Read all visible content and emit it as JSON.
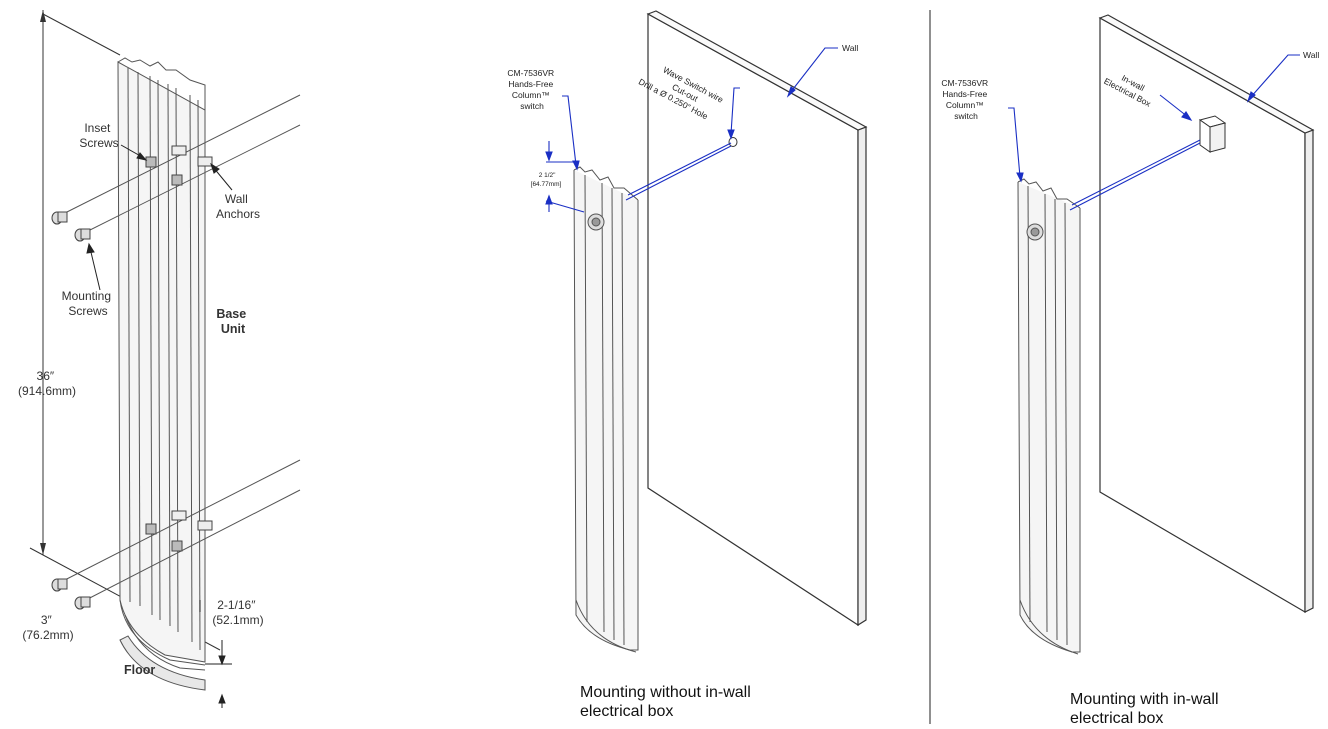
{
  "left_panel": {
    "inset_screws": [
      "Inset",
      "Screws"
    ],
    "wall_anchors": [
      "Wall",
      "Anchors"
    ],
    "mounting_screws": [
      "Mounting",
      "Screws"
    ],
    "base_unit": [
      "Base",
      "Unit"
    ],
    "height_dim": [
      "36″",
      "(914.6mm)"
    ],
    "depth_dim": [
      "3″",
      "(76.2mm)"
    ],
    "floor_gap_dim": [
      "2-1/16″",
      "(52.1mm)"
    ],
    "floor": "Floor"
  },
  "middle_panel": {
    "wall": "Wall",
    "switch_label": [
      "CM-7536VR",
      "Hands-Free",
      "Column™",
      "switch"
    ],
    "cutout_note": [
      "Wave Switch wire",
      "Cut-out",
      "Drill a Ø 0.250” Hole"
    ],
    "height_dim": [
      "2 1/2\"",
      "[64.77mm]"
    ],
    "caption": [
      "Mounting without in-wall",
      "electrical box"
    ]
  },
  "right_panel": {
    "wall": "Wall",
    "switch_label": [
      "CM-7536VR",
      "Hands-Free",
      "Column™",
      "switch"
    ],
    "box_note": [
      "In-wall",
      "Electrical Box"
    ],
    "caption": [
      "Mounting with in-wall",
      "electrical box"
    ]
  },
  "colors": {
    "leader": "#1a2fc4",
    "line": "#333333"
  }
}
